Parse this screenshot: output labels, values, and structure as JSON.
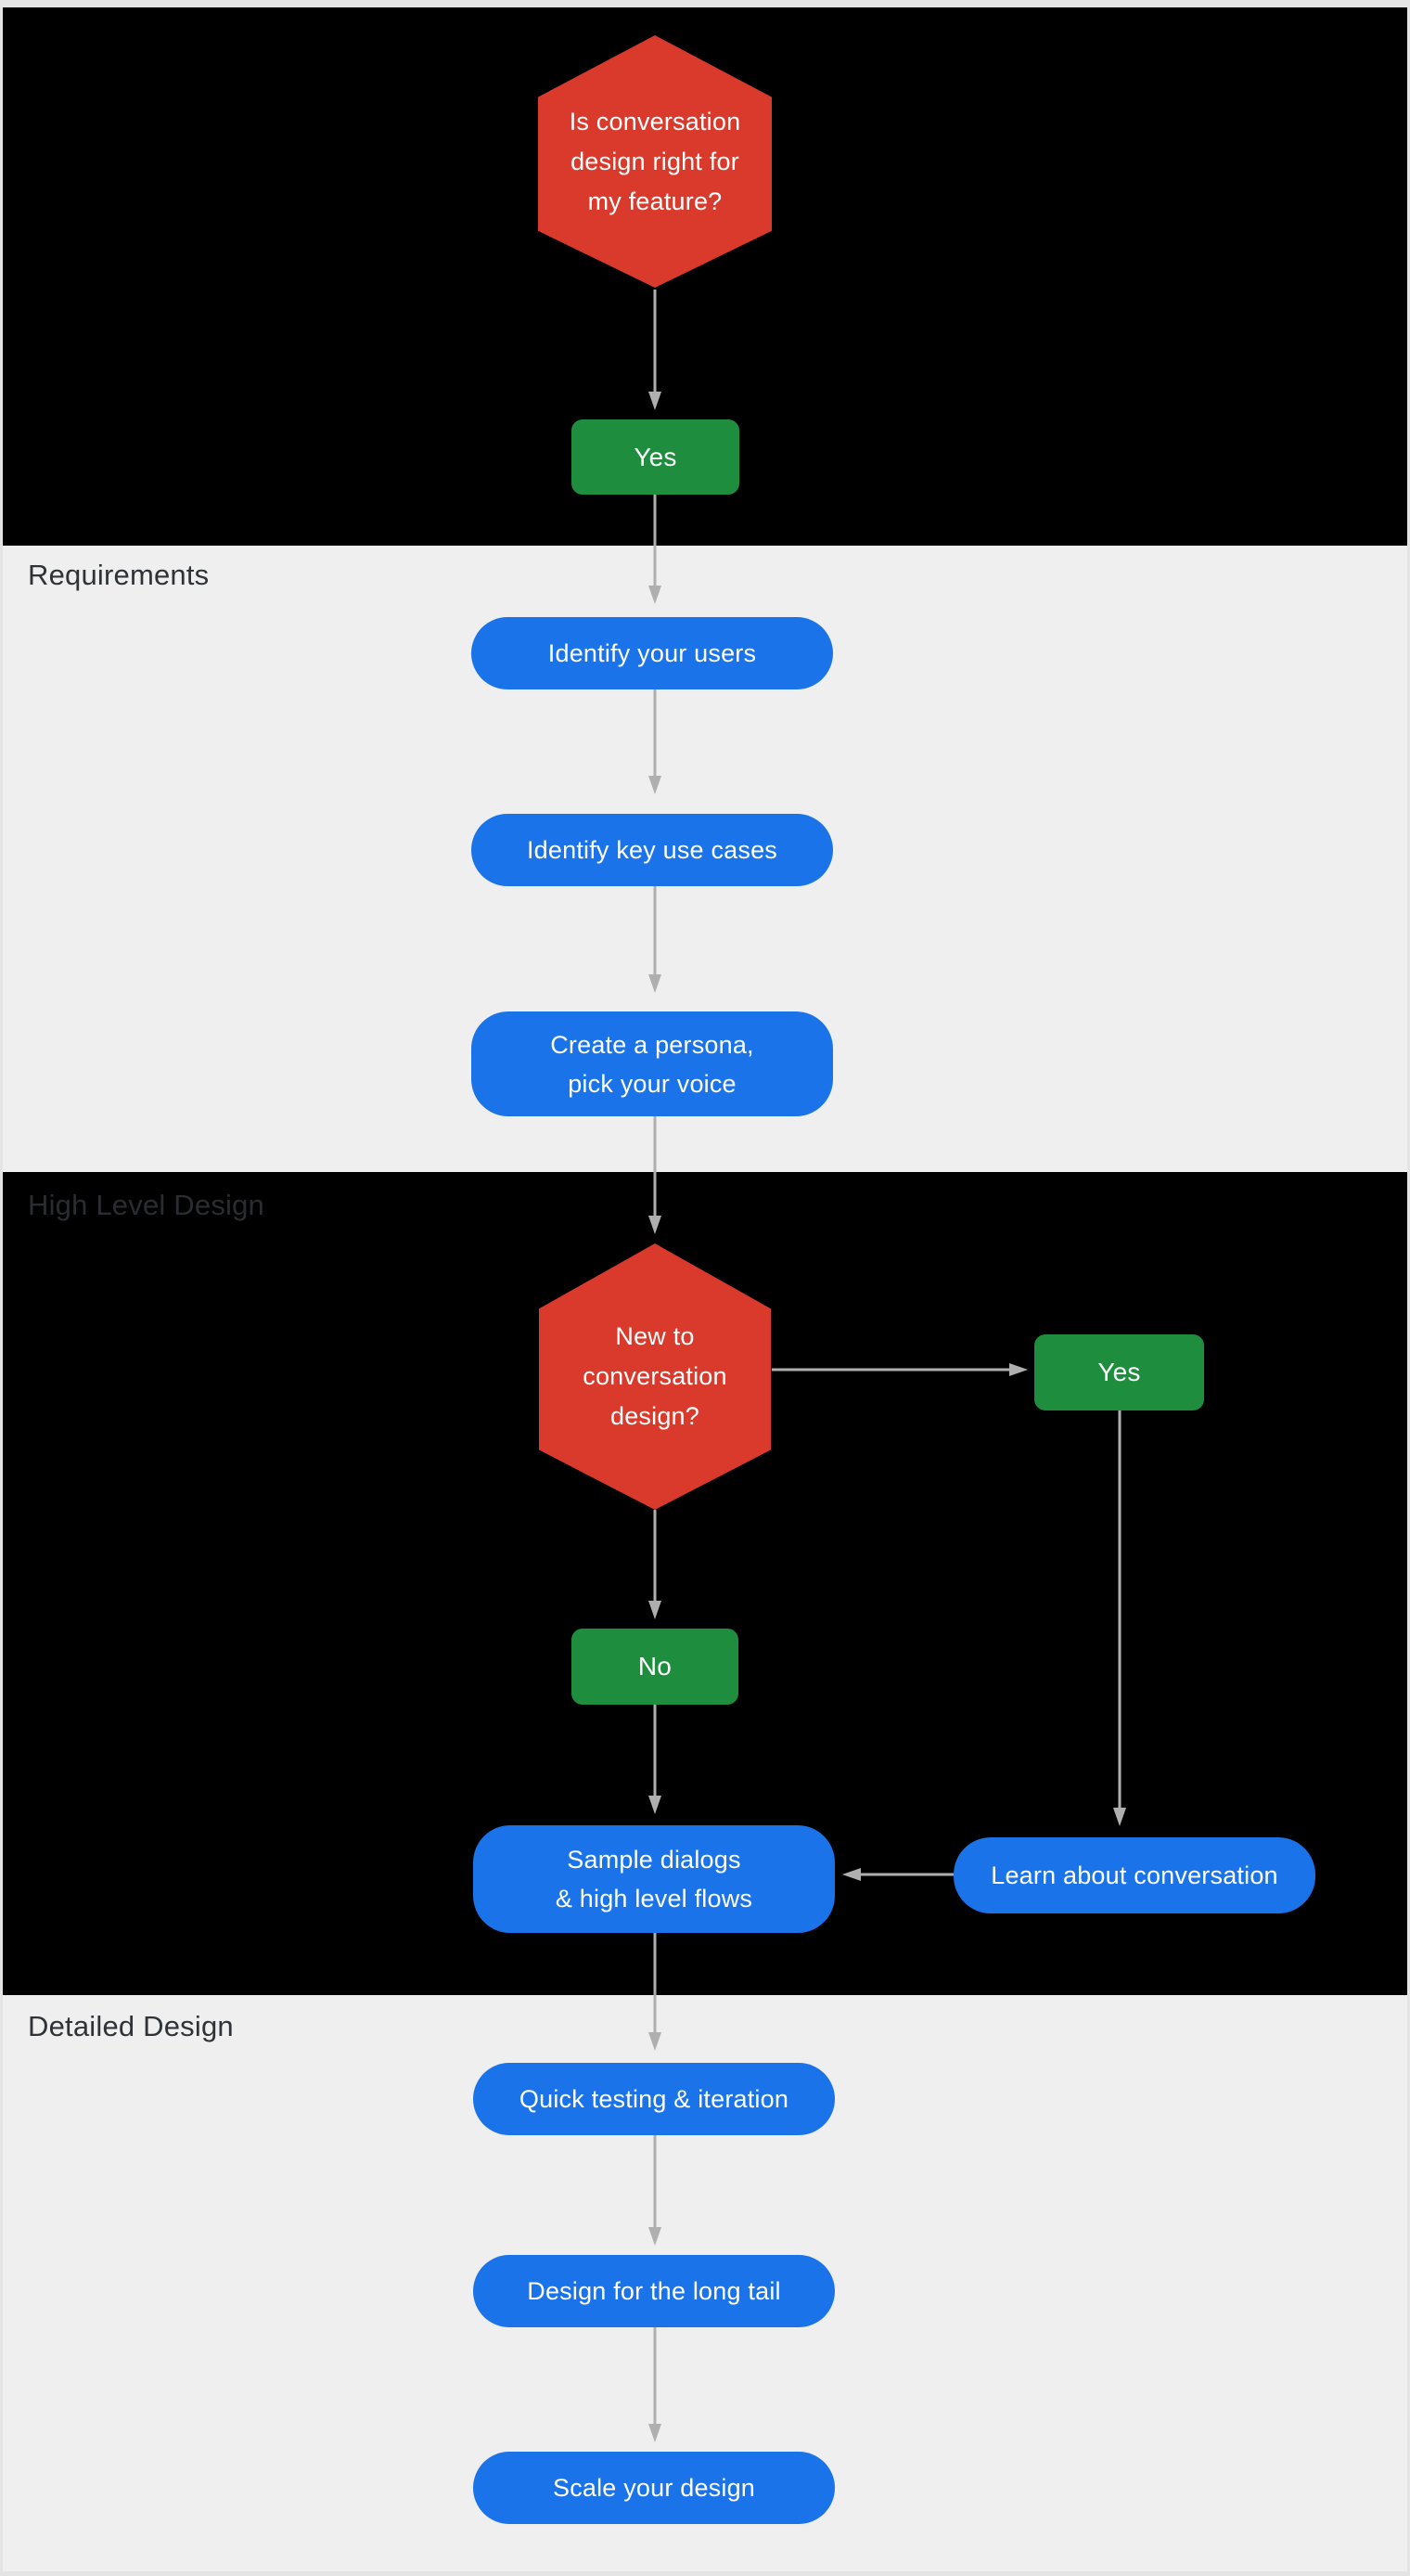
{
  "sections": {
    "requirements": {
      "label": "Requirements"
    },
    "high_level": {
      "label": "High Level Design"
    },
    "detailed": {
      "label": "Detailed Design"
    }
  },
  "nodes": {
    "q_is_conversation_design_right": {
      "text": "Is conversation\ndesign right for\nmy feature?"
    },
    "yes_intro": {
      "label": "Yes"
    },
    "identify_users": {
      "label": "Identify your users"
    },
    "identify_key_use_cases": {
      "label": "Identify key use cases"
    },
    "create_persona": {
      "text": "Create a persona,\npick your voice"
    },
    "q_new_to_conversation_design": {
      "text": "New to\nconversation\ndesign?"
    },
    "yes_new": {
      "label": "Yes"
    },
    "no_new": {
      "label": "No"
    },
    "sample_dialogs": {
      "text": "Sample dialogs\n& high level flows"
    },
    "learn_about_conversation": {
      "label": "Learn about conversation"
    },
    "quick_testing_iteration": {
      "label": "Quick testing & iteration"
    },
    "design_long_tail": {
      "label": "Design for the long tail"
    },
    "scale_your_design": {
      "label": "Scale your design"
    }
  },
  "colors": {
    "decision_hexagon": "#D93A2B",
    "yes_no_button": "#1E8E3E",
    "process_pill": "#1A73E8",
    "arrow": "#AFAFAF",
    "section_dark_bg": "#000000",
    "section_light_bg": "#EFEFEF",
    "node_text": "#FFFFFF",
    "label_on_light": "#2F3237",
    "label_on_dark": "#2A2C31"
  }
}
